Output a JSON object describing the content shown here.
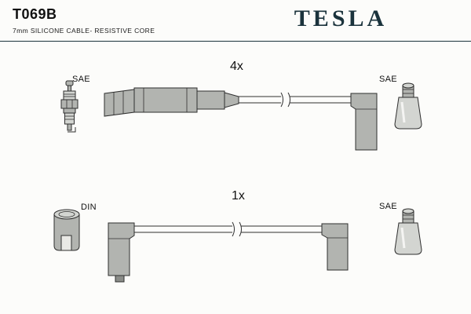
{
  "header": {
    "part_number": "T069B",
    "subtitle": "7mm SILICONE CABLE- RESISTIVE CORE",
    "brand": "TESLA"
  },
  "cables": [
    {
      "quantity_label": "4x",
      "left_connector_label": "SAE",
      "right_connector_label": "SAE"
    },
    {
      "quantity_label": "1x",
      "left_connector_label": "DIN",
      "right_connector_label": "SAE"
    }
  ],
  "colors": {
    "brand": "#1b333c",
    "connector_fill": "#b2b4b0",
    "connector_stroke": "#2f2f2f",
    "background": "#fcfcfa"
  }
}
